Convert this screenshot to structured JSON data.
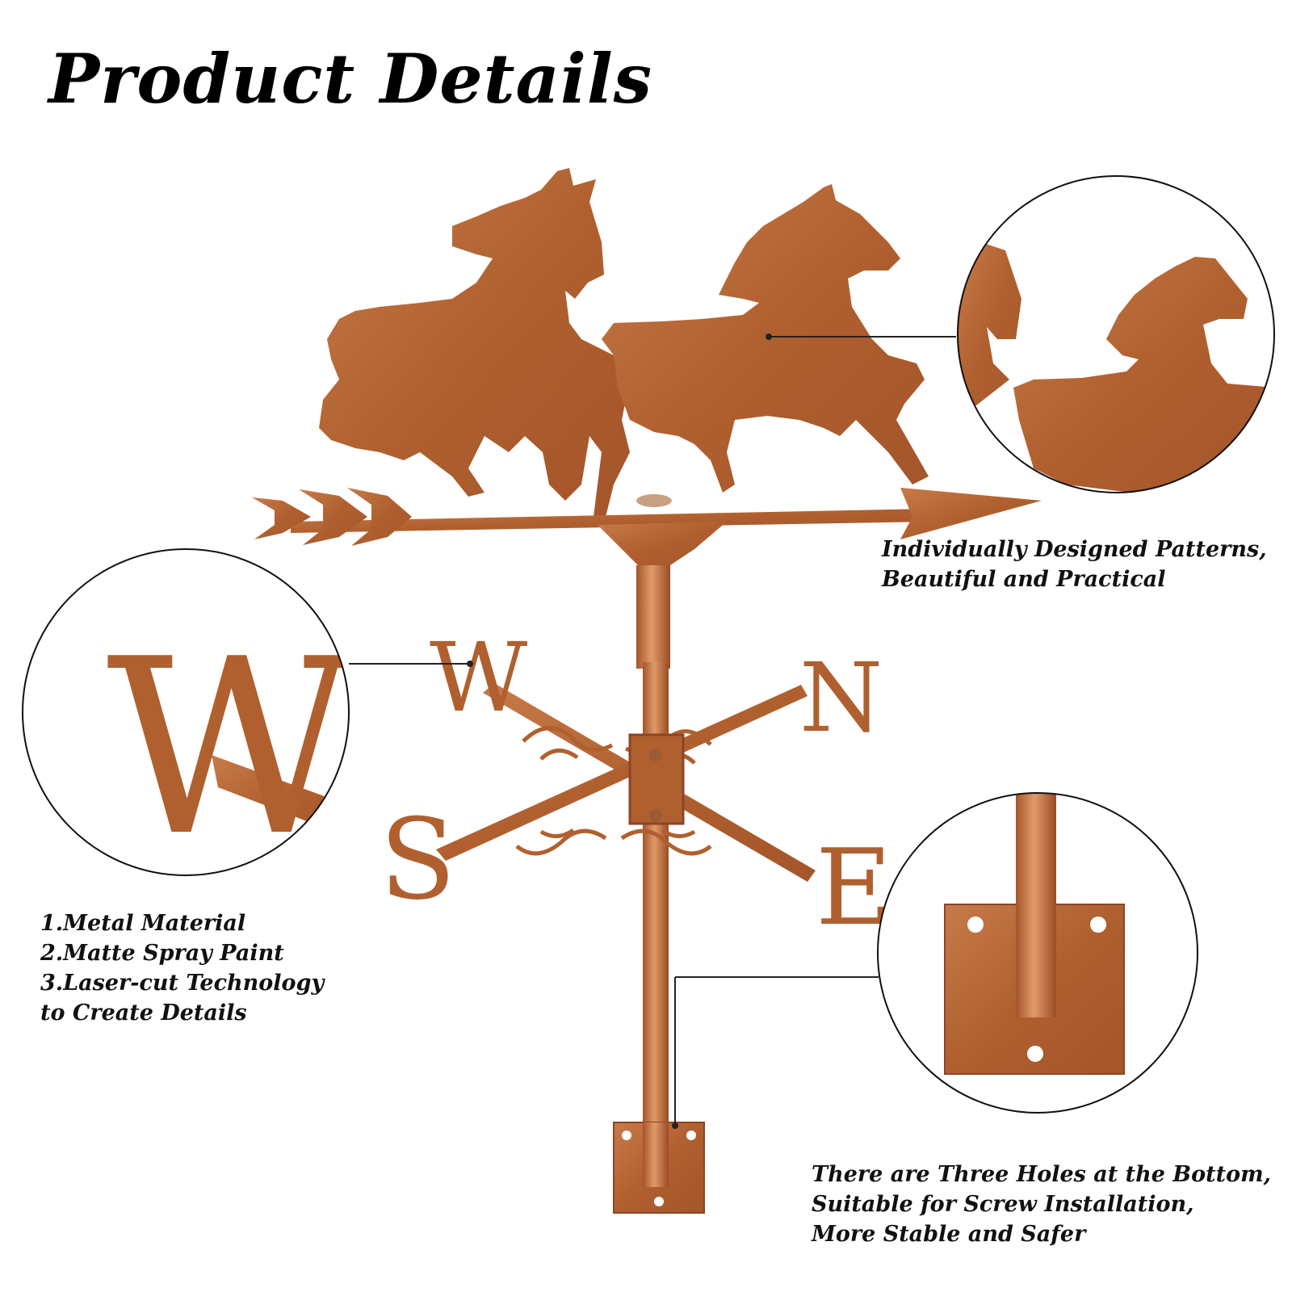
{
  "title": "Product Details",
  "captions": {
    "patterns": [
      "Individually Designed Patterns,",
      "Beautiful and Practical"
    ],
    "material": [
      "1.Metal Material",
      "2.Matte Spray Paint",
      "3.Laser-cut Technology",
      "to Create Details"
    ],
    "holes": [
      "There are Three Holes at the Bottom,",
      "Suitable for Screw Installation,",
      "More Stable and Safer"
    ]
  },
  "compass_letters": {
    "west": "W",
    "north": "N",
    "south": "S",
    "east": "E"
  },
  "colors": {
    "copper": "#b8683a",
    "copper_dark": "#8a4526",
    "copper_light": "#d48a5c",
    "text": "#111111"
  }
}
